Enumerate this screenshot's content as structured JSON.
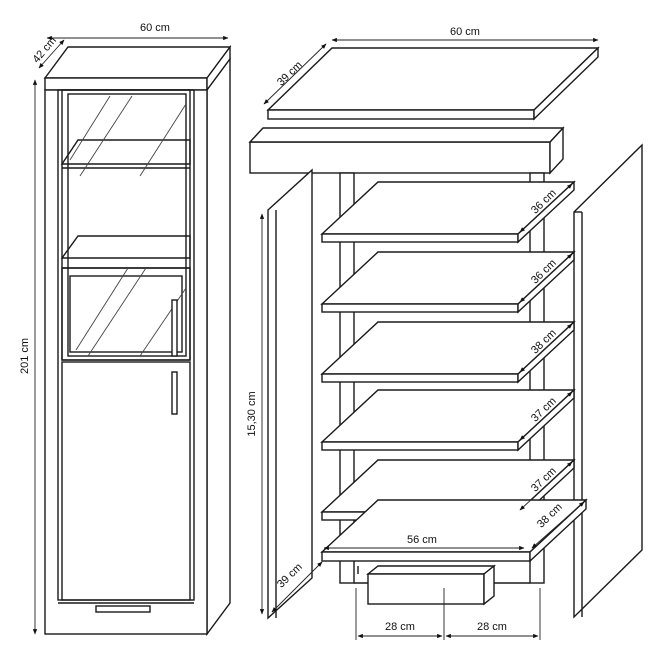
{
  "left_view": {
    "width_label": "60 cm",
    "depth_label": "42 cm",
    "height_label": "201 cm"
  },
  "exploded_view": {
    "top_width_label": "60 cm",
    "top_depth_label": "39 cm",
    "shelf_labels": [
      "36 cm",
      "36 cm",
      "38 cm",
      "37 cm",
      "37 cm",
      "38 cm"
    ],
    "bottom_width_label": "56 cm",
    "bottom_depth_label": "39 cm",
    "side_height_label": "15,30 cm",
    "drawer_left_label": "28 cm",
    "drawer_right_label": "28 cm"
  }
}
